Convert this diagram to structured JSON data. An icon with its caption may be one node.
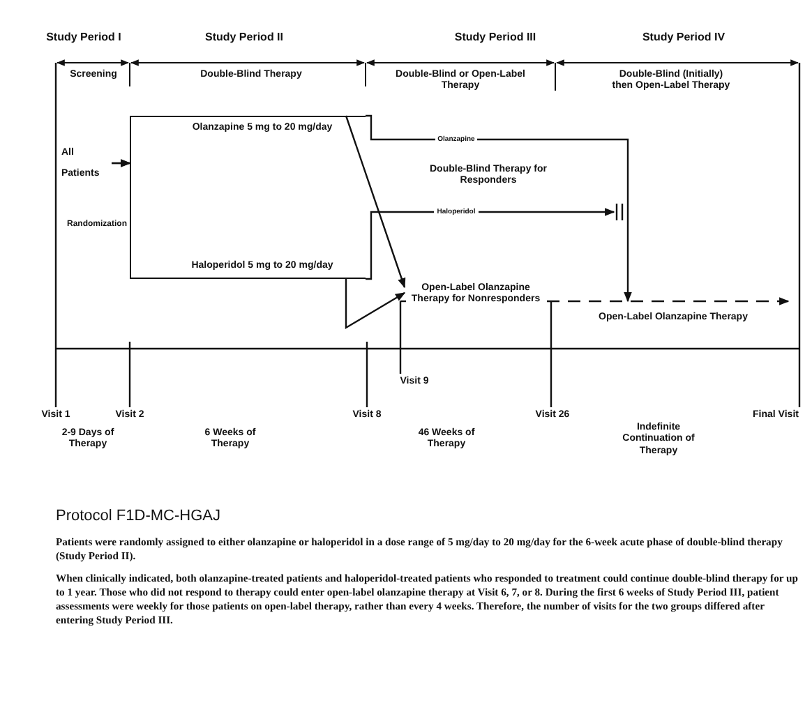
{
  "diagram": {
    "title": "Protocol F1D-MC-HGAJ",
    "nodes": [
      {
        "text": [
          "All Patients"
        ]
      },
      {
        "text": [
          "Olanzapine 5 mg to 20 mg/day"
        ]
      },
      {
        "text": [
          "Haloperidol 5 mg to 20 mg/day"
        ]
      },
      {
        "text": [
          "Open-Label Olanzapine Therapy for Nonresponders"
        ]
      },
      {
        "text": [
          "Open-Label Olanzapine Therapy"
        ]
      }
    ],
    "edges": [
      {
        "from": 0,
        "to": 1,
        "arrow": "to"
      },
      {
        "from": 0,
        "to": 2,
        "arrow": "to"
      },
      {
        "from": 1,
        "to": 4,
        "arrow": "to",
        "label": "Olanzapine"
      },
      {
        "from": 2,
        "to": null,
        "arrow": "to",
        "label": "Haloperidol"
      },
      {
        "from": 1,
        "to": 3,
        "arrow": "to"
      },
      {
        "from": 2,
        "to": 3,
        "arrow": "to"
      },
      {
        "from": 3,
        "to": 4,
        "arrow": "to",
        "style": "dashed"
      }
    ],
    "labels": [
      "Study Period I",
      "Study Period II",
      "Study Period III",
      "Study Period IV",
      "Screening",
      "Double-Blind Therapy",
      "Double-Blind or Open-Label Therapy",
      "Double-Blind (Initially) then Open-Label Therapy",
      "Double-Blind Therapy for Responders",
      "Randomization",
      "Visit 9",
      "Visit 1",
      "Visit 2",
      "Visit 8",
      "Visit 26",
      "Final Visit",
      "2-9 Days of Therapy",
      "6 Weeks of Therapy",
      "46 Weeks of Therapy",
      "Indefinite Continuation of Therapy",
      "Patients were randomly assigned to either olanzapine or haloperidol in a dose range of 5 mg/day to 20 mg/day for the 6-week acute phase of double-blind therapy (Study Period II).",
      "When clinically indicated, both olanzapine-treated patients and haloperidol-treated patients who responded to treatment could continue double-blind therapy for up to 1 year. Those who did not respond to therapy could enter open-label olanzapine therapy at Visit 6, 7, or 8. During the first 6 weeks of Study Period III, patient assessments were weekly for those patients on open-label therapy, rather than every 4 weeks. Therefore, the number of visits for the two groups differed after entering Study Period III."
    ]
  }
}
